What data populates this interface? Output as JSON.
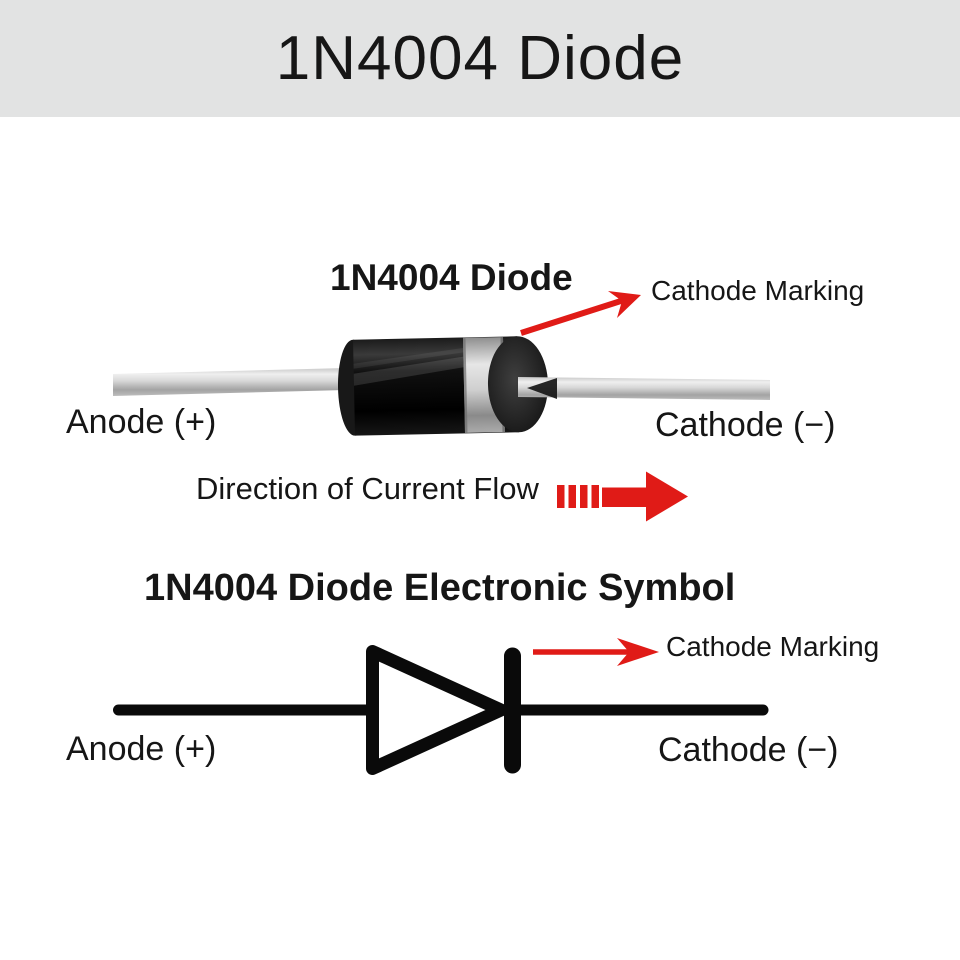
{
  "title": "1N4004 Diode",
  "photo_section": {
    "part_label": "1N4004 Diode",
    "cathode_marking": "Cathode Marking",
    "anode": "Anode (+)",
    "cathode": "Cathode (−)",
    "current_flow": "Direction of Current Flow"
  },
  "symbol_section": {
    "heading": "1N4004 Diode Electronic Symbol",
    "cathode_marking": "Cathode Marking",
    "anode": "Anode (+)",
    "cathode": "Cathode (−)"
  },
  "colors": {
    "header_bg": "#e2e3e3",
    "arrow_red": "#e01b17",
    "text": "#161616",
    "diode_body": "#0a0a0a",
    "band_silver": "#d6d6d6"
  }
}
